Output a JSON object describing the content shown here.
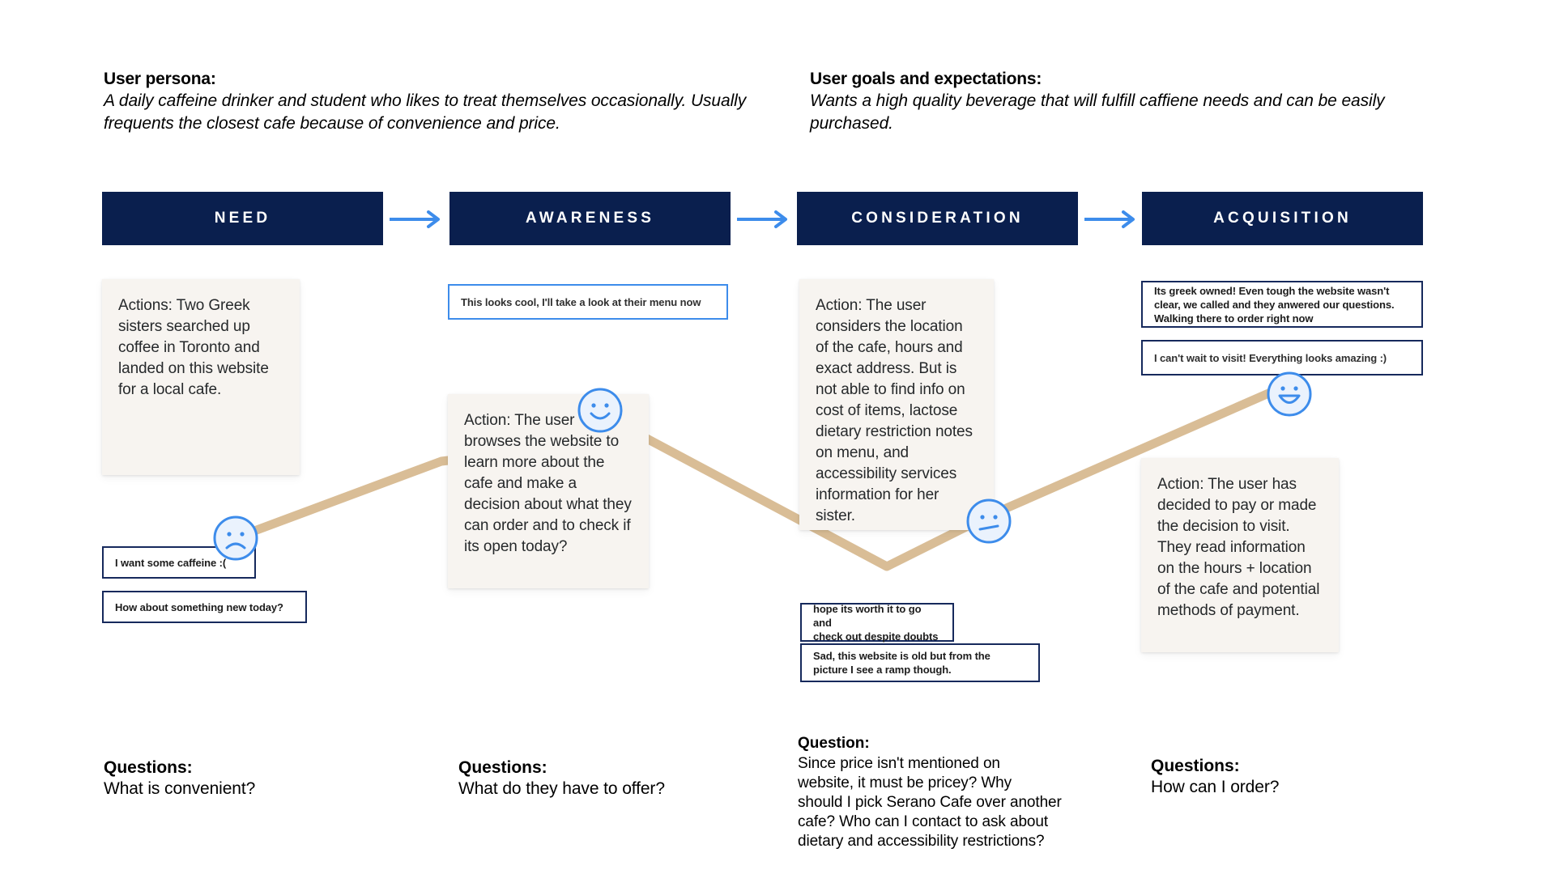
{
  "persona": {
    "title": "User persona:",
    "body": "A daily caffeine drinker and student who likes to treat themselves occasionally.\nUsually frequents the closest cafe because of convenience and price."
  },
  "goals": {
    "title": "User goals and expectations:",
    "body": "Wants a high quality beverage that will fulfill caffiene needs and can\nbe easily purchased."
  },
  "stages": [
    {
      "label": "NEED"
    },
    {
      "label": "AWARENESS"
    },
    {
      "label": "CONSIDERATION"
    },
    {
      "label": "ACQUISITION"
    }
  ],
  "actions": {
    "need": "Actions: Two Greek sisters searched up coffee in Toronto and landed on this website for a local cafe.",
    "awareness": "Action: The user browses the website to learn more about the cafe and make a decision about what they can order and to check if its open today?",
    "consideration": "Action: The user considers the location of the cafe, hours and exact address. But is not able to find info on cost of items, lactose dietary restriction notes on menu, and accessibility services information for her sister.",
    "acquisition": "Action: The user has decided to pay or made the decision to visit. They read information on the hours + location of the cafe and potential methods of payment."
  },
  "quotes": {
    "need_1": "I want some caffeine :(",
    "need_2": "How about something new today?",
    "awareness_1": "This looks cool, I'll take a look at their menu now",
    "consideration_1": "hope its worth it to go and\ncheck out despite doubts",
    "consideration_2": "Sad, this website is old but from the\npicture I see a ramp though.",
    "acquisition_1": "Its greek owned! Even tough the website wasn't\nclear, we called and they anwered our questions.\nWalking there to order right now",
    "acquisition_2": "I can't wait to visit! Everything looks amazing :)"
  },
  "questions": [
    {
      "title": "Questions:",
      "body": "What is convenient?"
    },
    {
      "title": "Questions:",
      "body": "What do they have to offer?"
    },
    {
      "title": "Question:",
      "body": "Since price isn't mentioned on\nwebsite, it must be pricey? Why\nshould I pick Serano Cafe over another\ncafe? Who can I contact to ask about\ndietary and accessibility restrictions?"
    },
    {
      "title": "Questions:",
      "body": "How can I order?"
    }
  ],
  "emotions": [
    {
      "stage": "NEED",
      "mood": "sad"
    },
    {
      "stage": "AWARENESS",
      "mood": "happy"
    },
    {
      "stage": "CONSIDERATION",
      "mood": "neutral"
    },
    {
      "stage": "ACQUISITION",
      "mood": "happy"
    }
  ],
  "colors": {
    "stage_bar": "#0a1f4e",
    "arrow": "#3d8ceb",
    "card": "#f7f4f0",
    "quote_navy_border": "#16295c",
    "quote_blue_border": "#3d8ceb",
    "journey_line": "#d9bd96",
    "face_stroke": "#3d8ceb",
    "face_fill": "#eaf2fd"
  }
}
